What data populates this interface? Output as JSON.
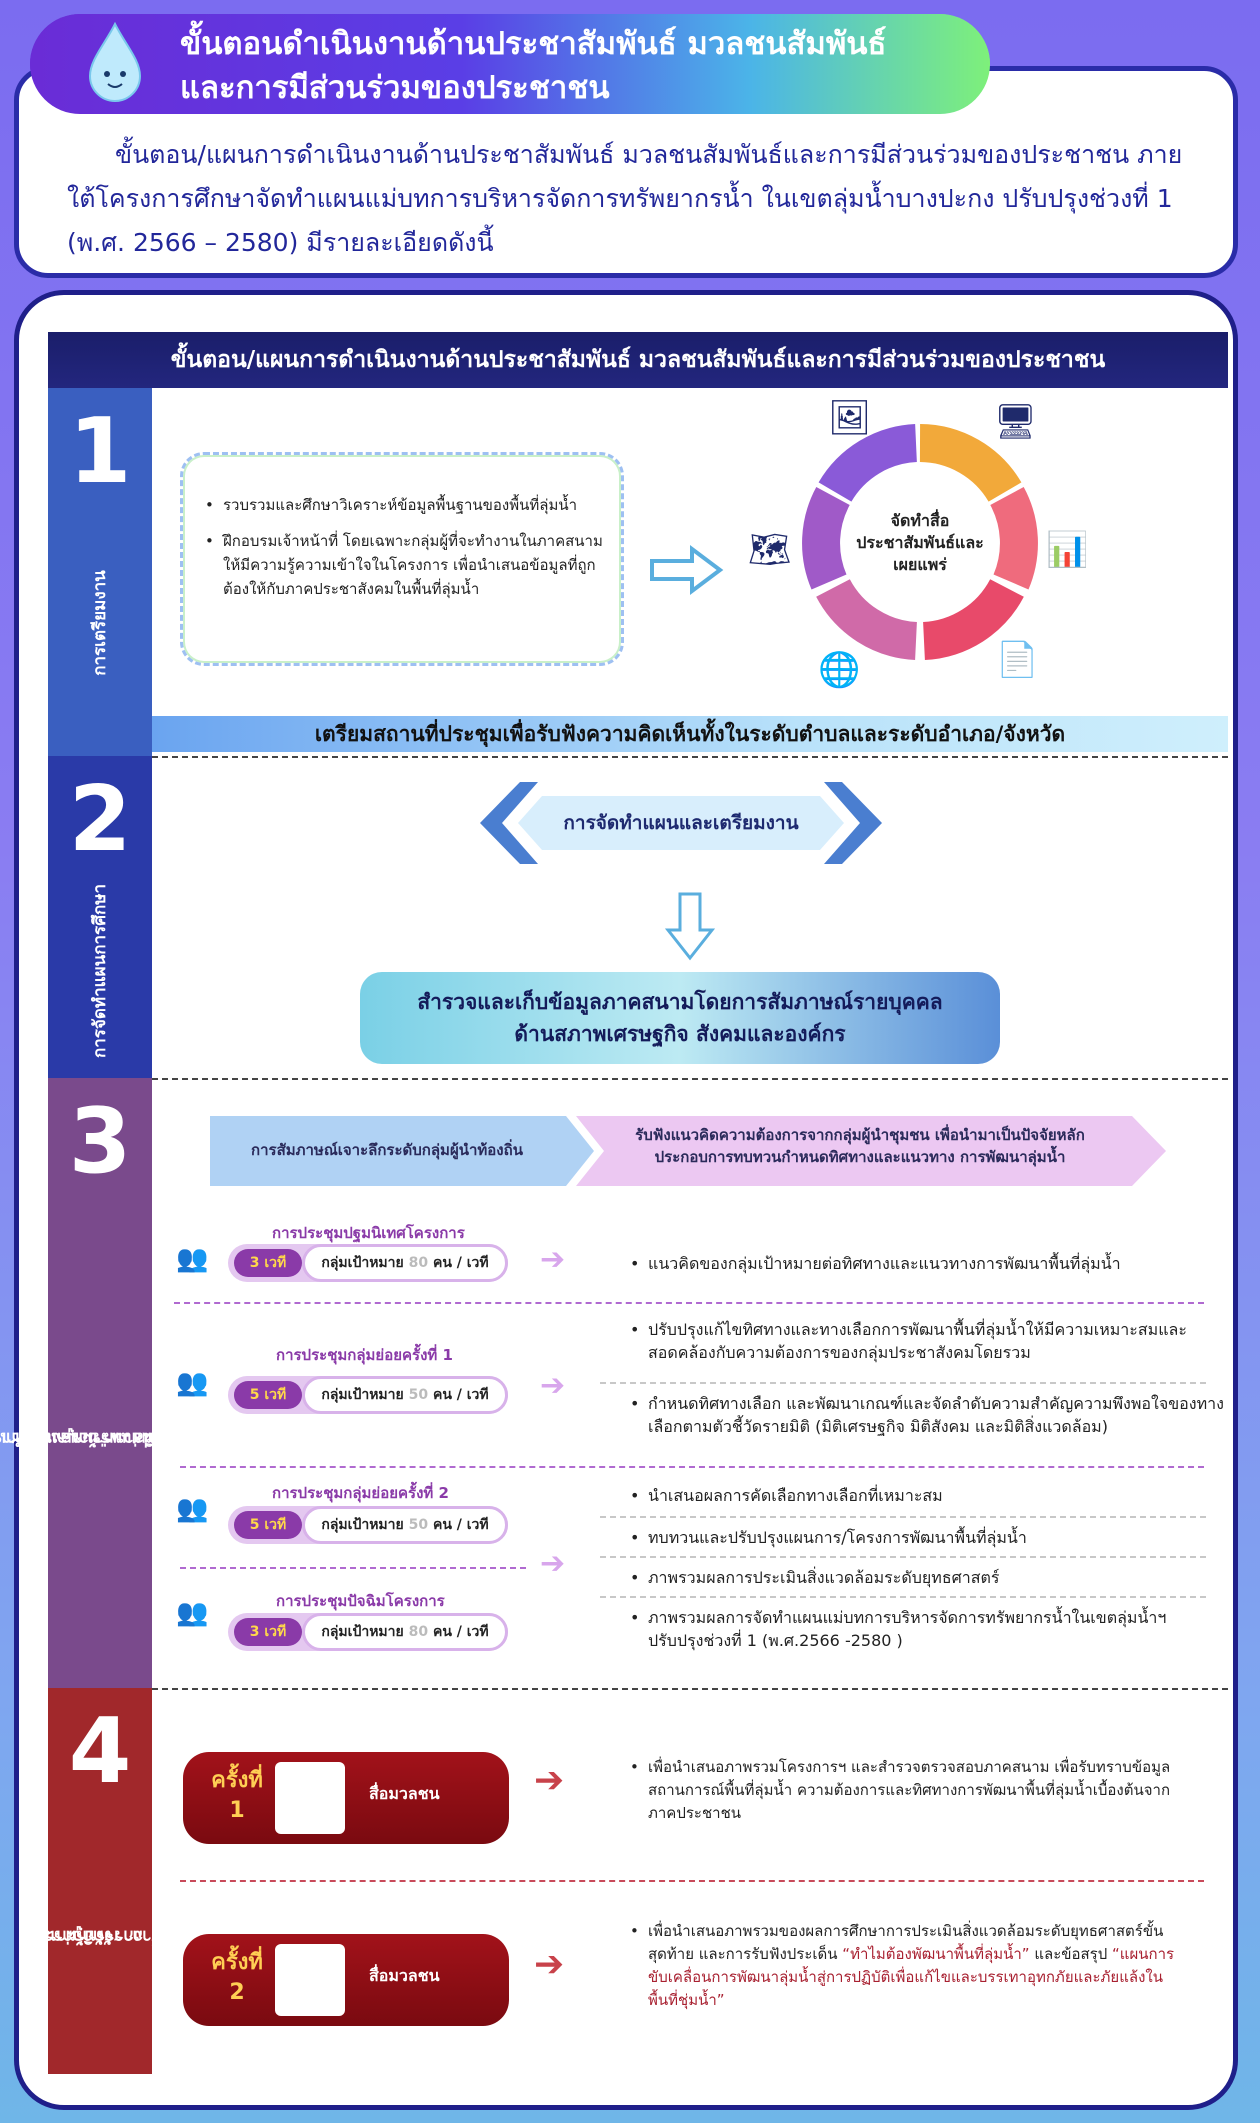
{
  "header": {
    "title_line1": "ขั้นตอนดำเนินงานด้านประชาสัมพันธ์ มวลชนสัมพันธ์",
    "title_line2": "และการมีส่วนร่วมของประชาชน",
    "intro": "ขั้นตอน/แผนการดำเนินงานด้านประชาสัมพันธ์ มวลชนสัมพันธ์และการมีส่วนร่วมของประชาชน ภายใต้โครงการศึกษาจัดทำแผนแม่บทการบริหารจัดการทรัพยากรน้ำ ในเขตลุ่มน้ำบางปะกง ปรับปรุงช่วงที่ 1 (พ.ศ. 2566 – 2580) มีรายละเอียดดังนี้"
  },
  "panel_title": "ขั้นตอน/แผนการดำเนินงานด้านประชาสัมพันธ์ มวลชนสัมพันธ์และการมีส่วนร่วมของประชาชน",
  "step1": {
    "number": "1",
    "label": "การเตรียมงาน",
    "bullets": [
      "รวบรวมและศึกษาวิเคราะห์ข้อมูลพื้นฐานของพื้นที่ลุ่มน้ำ",
      "ฝึกอบรมเจ้าหน้าที่ โดยเฉพาะกลุ่มผู้ที่จะทำงานในภาคสนามให้มีความรู้ความเข้าใจในโครงการ เพื่อนำเสนอข้อมูลที่ถูกต้องให้กับภาคประชาสังคมในพื้นที่ลุ่มน้ำ"
    ],
    "wheel_center": "จัดทำสื่อประชาสัมพันธ์และเผยแพร่",
    "band": "เตรียมสถานที่ประชุมเพื่อรับฟังความคิดเห็นทั้งในระดับตำบลและระดับอำเภอ/จังหวัด"
  },
  "step2": {
    "number": "2",
    "label": "การจัดทำแผนการศึกษา",
    "plan": "การจัดทำแผนและเตรียมงาน",
    "survey_line1": "สำรวจและเก็บข้อมูลภาคสนามโดยการสัมภาษณ์รายบุคคล",
    "survey_line2": "ด้านสภาพเศรษฐกิจ สังคมและองค์กร"
  },
  "step3": {
    "number": "3",
    "label_line1": "การจัดประชุมเผยแพร่ข้อมูลและดำเนินการตาม",
    "label_line2": "กระบวนการมีส่วนร่วมของประชาชน",
    "chevron_left": "การสัมภาษณ์เจาะลึกระดับกลุ่มผู้นำท้องถิ่น",
    "chevron_right_l1": "รับฟังแนวคิดความต้องการจากกลุ่มผู้นำชุมชน เพื่อนำมาเป็นปัจจัยหลัก",
    "chevron_right_l2": "ประกอบการทบทวนกำหนดทิศทางและแนวทาง การพัฒนาลุ่มน้ำ",
    "meetings": [
      {
        "title": "การประชุมปฐมนิเทศโครงการ",
        "times": "3 เวที",
        "target_prefix": "กลุ่มเป้าหมาย",
        "target_num": "80",
        "target_suffix": "คน / เวที"
      },
      {
        "title": "การประชุมกลุ่มย่อยครั้งที่ 1",
        "times": "5 เวที",
        "target_prefix": "กลุ่มเป้าหมาย",
        "target_num": "50",
        "target_suffix": "คน / เวที"
      },
      {
        "title": "การประชุมกลุ่มย่อยครั้งที่ 2",
        "times": "5 เวที",
        "target_prefix": "กลุ่มเป้าหมาย",
        "target_num": "50",
        "target_suffix": "คน / เวที"
      },
      {
        "title": "การประชุมปัจฉิมโครงการ",
        "times": "3 เวที",
        "target_prefix": "กลุ่มเป้าหมาย",
        "target_num": "80",
        "target_suffix": "คน / เวที"
      }
    ],
    "outcomes": {
      "m1": "แนวคิดของกลุ่มเป้าหมายต่อทิศทางและแนวทางการพัฒนาพื้นที่ลุ่มน้ำ",
      "m2a": "ปรับปรุงแก้ไขทิศทางและทางเลือกการพัฒนาพื้นที่ลุ่มน้ำให้มีความเหมาะสมและสอดคล้องกับความต้องการของกลุ่มประชาสังคมโดยรวม",
      "m2b": "กำหนดทิศทางเลือก และพัฒนาเกณฑ์และจัดลำดับความสำคัญความพึงพอใจของทางเลือกตามตัวชี้วัดรายมิติ (มิติเศรษฐกิจ มิติสังคม และมิติสิ่งแวดล้อม)",
      "m3": [
        "นำเสนอผลการคัดเลือกทางเลือกที่เหมาะสม",
        "ทบทวนและปรับปรุงแผนการ/โครงการพัฒนาพื้นที่ลุ่มน้ำ",
        "ภาพรวมผลการประเมินสิ่งแวดล้อมระดับยุทธศาสตร์",
        "ภาพรวมผลการจัดทำแผนแม่บทการบริหารจัดการทรัพยากรน้ำในเขตลุ่มน้ำฯ ปรับปรุงช่วงที่ 1 (พ.ศ.2566 -2580 )"
      ]
    }
  },
  "step4": {
    "number": "4",
    "label_line1": "การจัดกิจกรรม",
    "label_line2": "การสร้างการรับรู้ผ่านสื่อ",
    "media": [
      {
        "k1": "ครั้งที่",
        "k2": "1",
        "label": "สื่อมวลชน"
      },
      {
        "k1": "ครั้งที่",
        "k2": "2",
        "label": "สื่อมวลชน"
      }
    ],
    "d1": "เพื่อนำเสนอภาพรวมโครงการฯ และสำรวจตรวจสอบภาคสนาม เพื่อรับทราบข้อมูลสถานการณ์พื้นที่ลุ่มน้ำ ความต้องการและทิศทางการพัฒนาพื้นที่ลุ่มน้ำเบื้องต้นจากภาคประชาชน",
    "d2_a": "เพื่อนำเสนอภาพรวมของผลการศึกษาการประเมินสิ่งแวดล้อมระดับยุทธศาสตร์ขั้นสุดท้าย และการรับฟังประเด็น ",
    "d2_q1": "“ทำไมต้องพัฒนาพื้นที่ลุ่มน้ำ”",
    "d2_b": " และข้อสรุป ",
    "d2_q2": "“แผนการขับเคลื่อนการพัฒนาลุ่มน้ำสู่การปฏิบัติเพื่อแก้ไขและบรรเทาอุทกภัยและภัยแล้งในพื้นที่ชุ่มน้ำ”"
  },
  "colors": {
    "navy": "#1f1f8a",
    "step1": "#3a5fc0",
    "step3": "#7a4a8c",
    "step4": "#a1282b",
    "purple": "#8a3aa8"
  }
}
